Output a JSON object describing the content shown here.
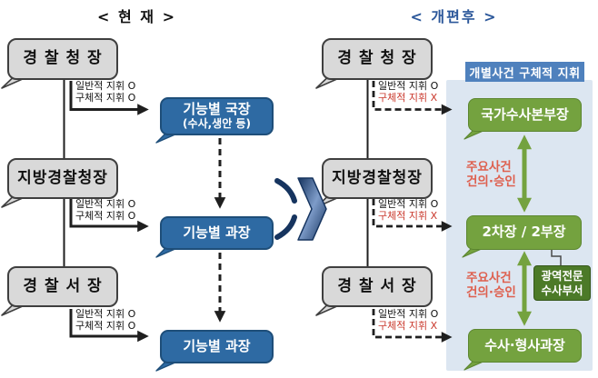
{
  "colors": {
    "box_gray": "#D9D9D9",
    "box_gray_border": "#3F3F3F",
    "box_blue": "#2E6AA3",
    "box_blue_border": "#1E4E79",
    "box_green": "#74A23F",
    "box_green_border": "#5C8630",
    "box_dark_green": "#4C7A28",
    "box_dark_green_border": "#35571B",
    "panel_bg": "#DCE6F1",
    "panel_header_bg": "#4F81BD",
    "title_after": "#2B579A",
    "red_label": "#C9372B",
    "approval_red": "#DE604F",
    "line_black": "#1F1F1F",
    "chevron_navy": "#16345F"
  },
  "current": {
    "title": "< 현 재 >",
    "orgs": [
      "경 찰 청 장",
      "지방경찰청장",
      "경 찰 서 장"
    ],
    "command_labels": [
      {
        "line1": "일반적 지휘 O",
        "line2": "구체적 지휘 O"
      },
      {
        "line1": "일반적 지휘 O",
        "line2": "구체적 지휘 O"
      },
      {
        "line1": "일반적 지휘 O",
        "line2": "구체적 지휘 O"
      }
    ],
    "targets": [
      {
        "line1": "기능별 국장",
        "line2": "(수사,생안 등)"
      },
      {
        "line1": "기능별 과장"
      },
      {
        "line1": "기능별 과장"
      }
    ]
  },
  "after": {
    "title": "< 개편후 >",
    "orgs": [
      "경 찰 청 장",
      "지방경찰청장",
      "경 찰 서 장"
    ],
    "panel_header": "개별사건 구체적 지휘",
    "command_labels": [
      {
        "line1": "일반적 지휘 O",
        "line2": "구체적 지휘 X"
      },
      {
        "line1": "일반적 지휘 O",
        "line2": "구체적 지휘 X"
      },
      {
        "line1": "일반적 지휘 O",
        "line2": "구체적 지휘 X"
      }
    ],
    "targets": [
      "국가수사본부장",
      "2차장 / 2부장",
      "수사·형사과장"
    ],
    "approval_labels": [
      {
        "line1": "주요사건",
        "line2": "건의·승인"
      },
      {
        "line1": "주요사건",
        "line2": "건의·승인"
      }
    ],
    "side_unit": {
      "line1": "광역전문",
      "line2": "수사부서"
    }
  }
}
